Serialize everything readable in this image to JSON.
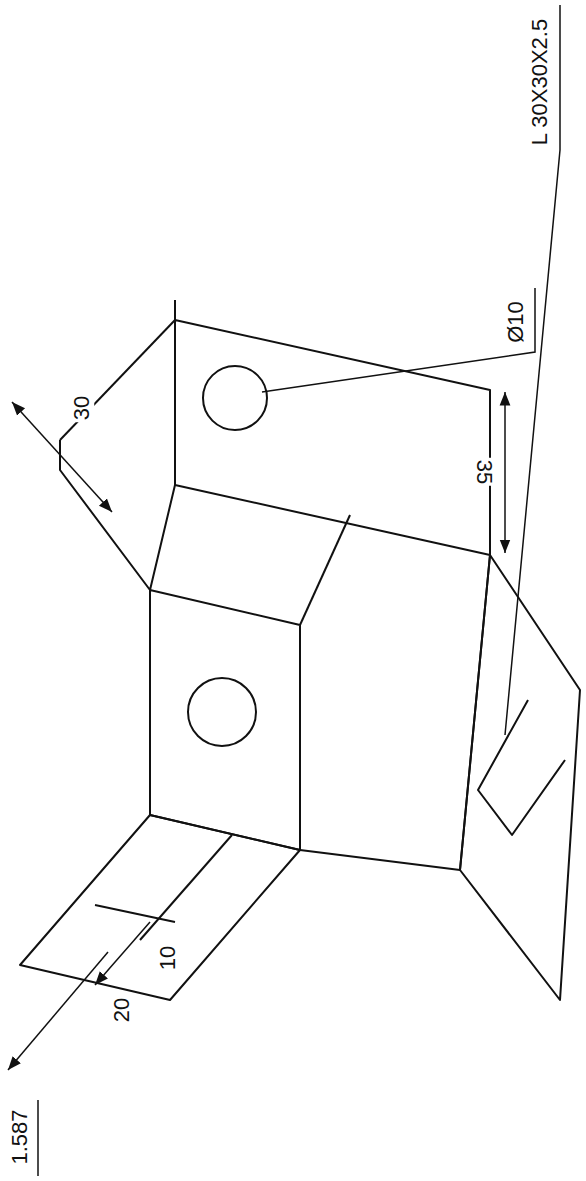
{
  "diagram": {
    "labels": [
      "L 30X30X2.5",
      "Ø10",
      "35",
      "30",
      "20",
      "10",
      "1.587"
    ]
  }
}
